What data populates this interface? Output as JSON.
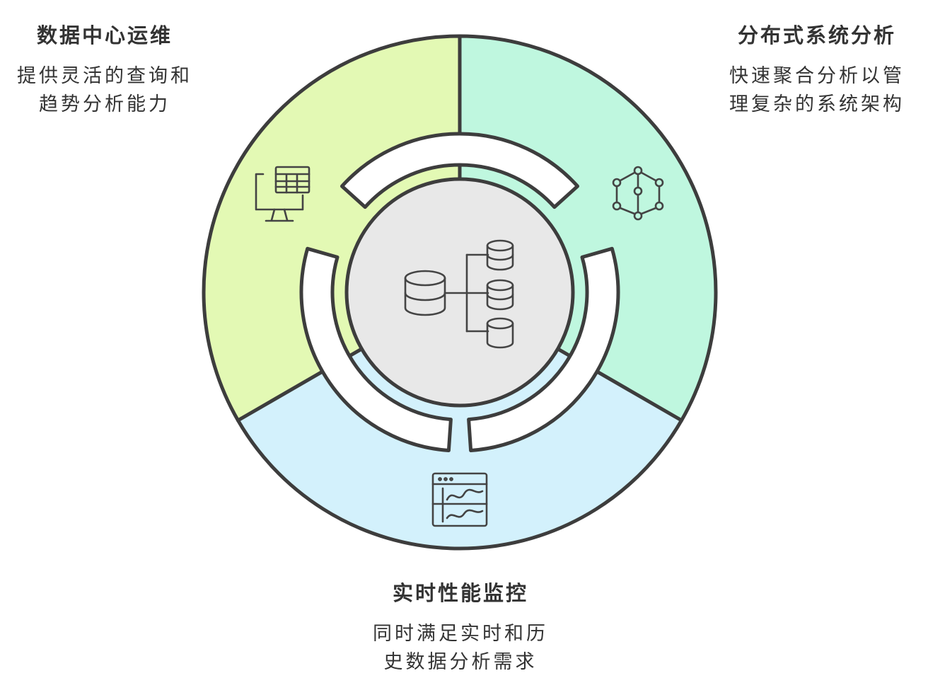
{
  "segments": [
    {
      "id": "datacenter",
      "title": "数据中心运维",
      "description_lines": [
        "提供灵活的查询和",
        "趋势分析能力"
      ],
      "color": "#e3f9b4",
      "icon": "computer-spreadsheet-icon"
    },
    {
      "id": "distributed",
      "title": "分布式系统分析",
      "description_lines": [
        "快速聚合分析以管",
        "理复杂的系统架构"
      ],
      "color": "#bff7df",
      "icon": "network-nodes-icon"
    },
    {
      "id": "realtime",
      "title": "实时性能监控",
      "description_lines": [
        "同时满足实时和历",
        "史数据分析需求"
      ],
      "color": "#d3f1fc",
      "icon": "dashboard-chart-icon"
    }
  ],
  "center": {
    "icon": "database-cluster-icon",
    "color": "#e8e8e8"
  },
  "stroke_color": "#3d3d3d"
}
